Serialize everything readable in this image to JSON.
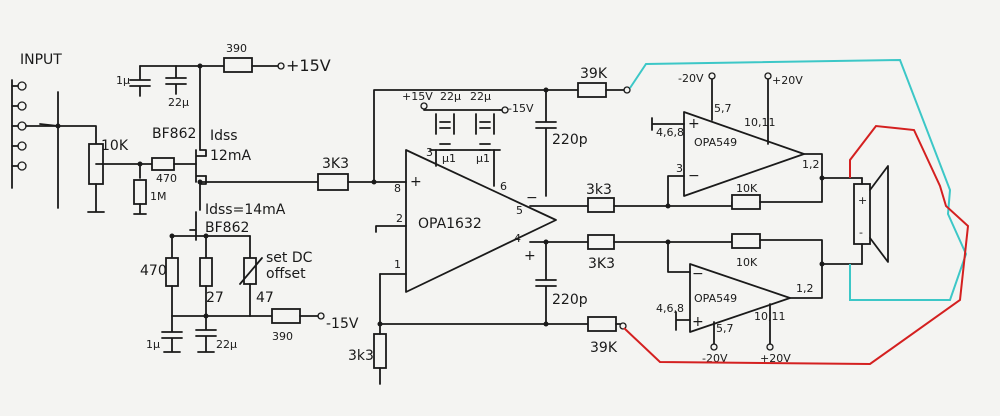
{
  "labels": {
    "input": "INPUT",
    "r_in": "10K",
    "r_bias": "470",
    "r_gate": "1M",
    "c_sup1": "1µ",
    "c_sup2": "22µ",
    "r_supply": "390",
    "supply_pos": "+15V",
    "q1_name": "BF862",
    "q1_idss1": "Idss",
    "q1_idss2": "12mA",
    "q2_idss": "Idss=14mA",
    "q2_name": "BF862",
    "r_src": "470",
    "r_27": "27",
    "trim1": "set DC",
    "trim2": "offset",
    "trim_val": "47",
    "c_b1": "1µ",
    "c_b2": "22µ",
    "r_neg": "390",
    "supply_neg": "-15V",
    "r_3k3_in": "3K3",
    "r_3k3_gnd": "3k3",
    "op1_name": "OPA1632",
    "op1_vpos": "+15V",
    "op1_vneg": "-15V",
    "op1_c1": "22µ",
    "op1_c2": "22µ",
    "op1_c3": "µ1",
    "op1_c4": "µ1",
    "pin8": "8",
    "pin2": "2",
    "pin1": "1",
    "pin3": "3",
    "pin5": "5",
    "pin6": "6",
    "pin4": "4",
    "c_fb_top": "220p",
    "c_fb_bot": "220p",
    "r_fb_top": "39K",
    "r_fb_bot": "39K",
    "r_3k3_out1": "3k3",
    "r_3k3_out2": "3K3",
    "amp_top_name": "OPA549",
    "amp_top_vneg": "-20V",
    "amp_top_vpos": "+20V",
    "amp_top_pin57": "5,7",
    "amp_top_pin1011": "10,11",
    "amp_top_pin468": "4,6,8",
    "amp_top_pin3": "3",
    "amp_top_pin12": "1,2",
    "amp_top_rfb": "10K",
    "amp_bot_name": "OPA549",
    "amp_bot_vneg": "-20V",
    "amp_bot_vpos": "+20V",
    "amp_bot_pin468": "4,6,8",
    "amp_bot_pin57": "5,7",
    "amp_bot_pin1011": "10,11",
    "amp_bot_pin12": "1,2",
    "amp_bot_rfb": "10K",
    "spk_plus": "+",
    "spk_minus": "-"
  },
  "colors": {
    "ink": "#1a1a1a",
    "sense_cyan": "#3cc7c7",
    "sense_red": "#d42020"
  }
}
